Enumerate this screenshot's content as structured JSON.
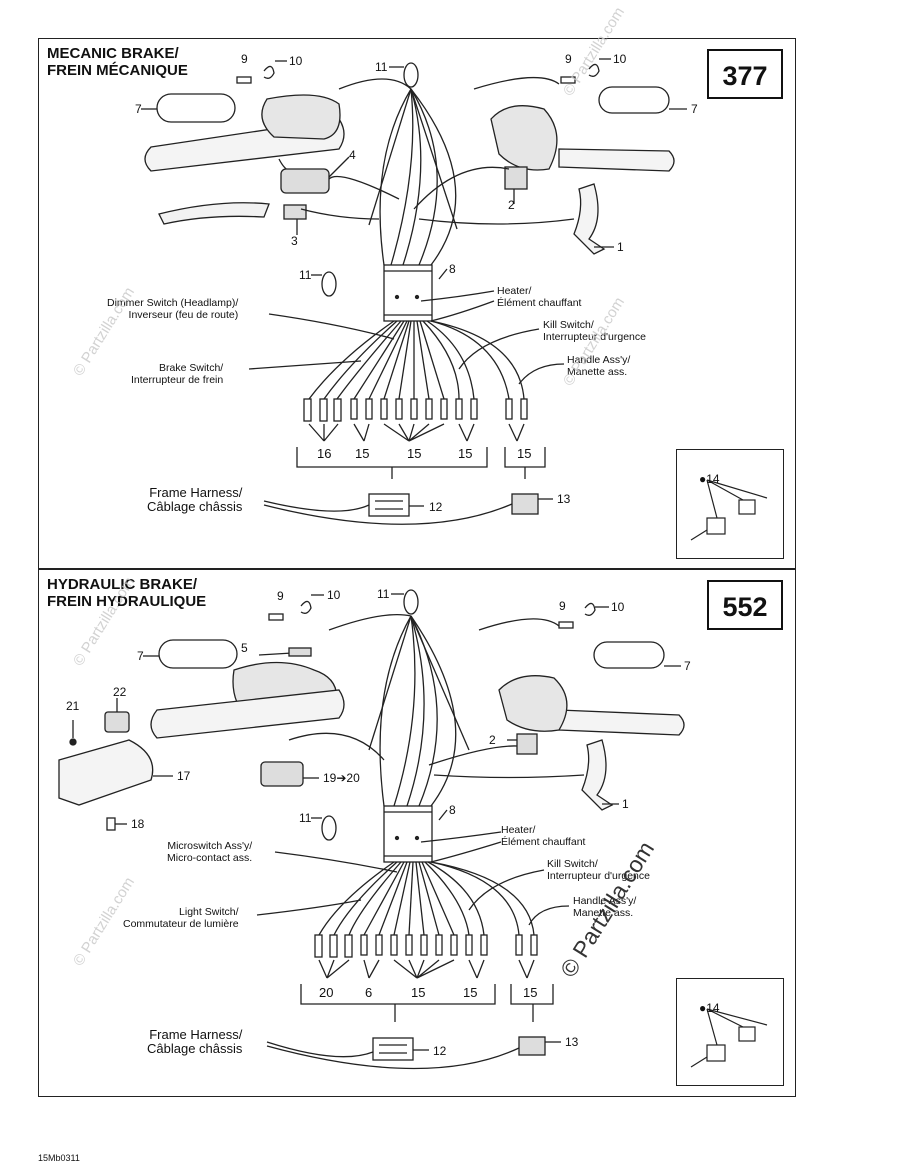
{
  "footer_code": "15Mb0311",
  "watermark": "© Partzilla.com",
  "top": {
    "title_line1": "MECANIC BRAKE/",
    "title_line2": "FREIN MÉCANIQUE",
    "number": "377",
    "labels": {
      "dimmer": [
        "Dimmer Switch (Headlamp)/",
        "Inverseur (feu de route)"
      ],
      "brake": [
        "Brake Switch/",
        "Interrupteur de frein"
      ],
      "heater": [
        "Heater/",
        "Élément chauffant"
      ],
      "kill": [
        "Kill Switch/",
        "Interrupteur d'urgence"
      ],
      "handle": [
        "Handle Ass'y/",
        "Manette ass."
      ],
      "frame": [
        "Frame Harness/",
        "Câblage châssis"
      ]
    },
    "callouts": {
      "n1": "1",
      "n2": "2",
      "n3": "3",
      "n4": "4",
      "n7a": "7",
      "n7b": "7",
      "n8": "8",
      "n9a": "9",
      "n10a": "10",
      "n9b": "9",
      "n10b": "10",
      "n11a": "11",
      "n11b": "11",
      "n12": "12",
      "n13": "13"
    },
    "groups": {
      "g1": "16",
      "g2": "15",
      "g3": "15",
      "g4": "15",
      "g5": "15"
    },
    "inset_label": "14"
  },
  "bottom": {
    "title_line1": "HYDRAULIC BRAKE/",
    "title_line2": "FREIN HYDRAULIQUE",
    "number": "552",
    "labels": {
      "micro": [
        "Microswitch Ass'y/",
        "Micro-contact ass."
      ],
      "light": [
        "Light Switch/",
        "Commutateur de lumière"
      ],
      "heater": [
        "Heater/",
        "Élément chauffant"
      ],
      "kill": [
        "Kill Switch/",
        "Interrupteur d'urgence"
      ],
      "handle": [
        "Handle Ass'y/",
        "Manette ass."
      ],
      "frame": [
        "Frame Harness/",
        "Câblage châssis"
      ]
    },
    "callouts": {
      "n1": "1",
      "n2": "2",
      "n5": "5",
      "n7a": "7",
      "n7b": "7",
      "n8": "8",
      "n9a": "9",
      "n10a": "10",
      "n9b": "9",
      "n10b": "10",
      "n11a": "11",
      "n11b": "11",
      "n12": "12",
      "n13": "13",
      "n17": "17",
      "n18": "18",
      "n1920": "19➔20",
      "n21": "21",
      "n22": "22"
    },
    "groups": {
      "g1": "20",
      "g2": "6",
      "g3": "15",
      "g4": "15",
      "g5": "15"
    },
    "inset_label": "14"
  }
}
